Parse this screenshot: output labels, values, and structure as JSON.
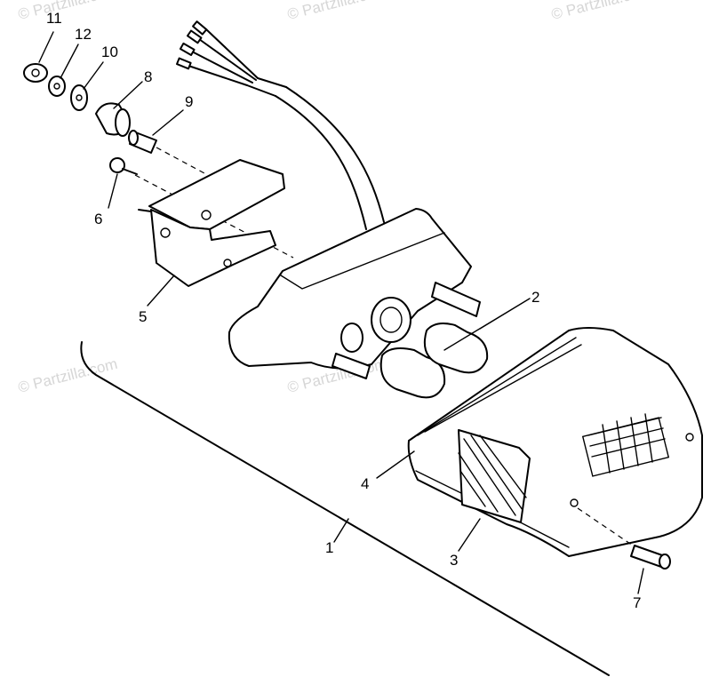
{
  "watermark": "© Partzilla.com",
  "callouts": [
    "1",
    "2",
    "3",
    "4",
    "5",
    "6",
    "7",
    "8",
    "9",
    "10",
    "11",
    "12"
  ]
}
